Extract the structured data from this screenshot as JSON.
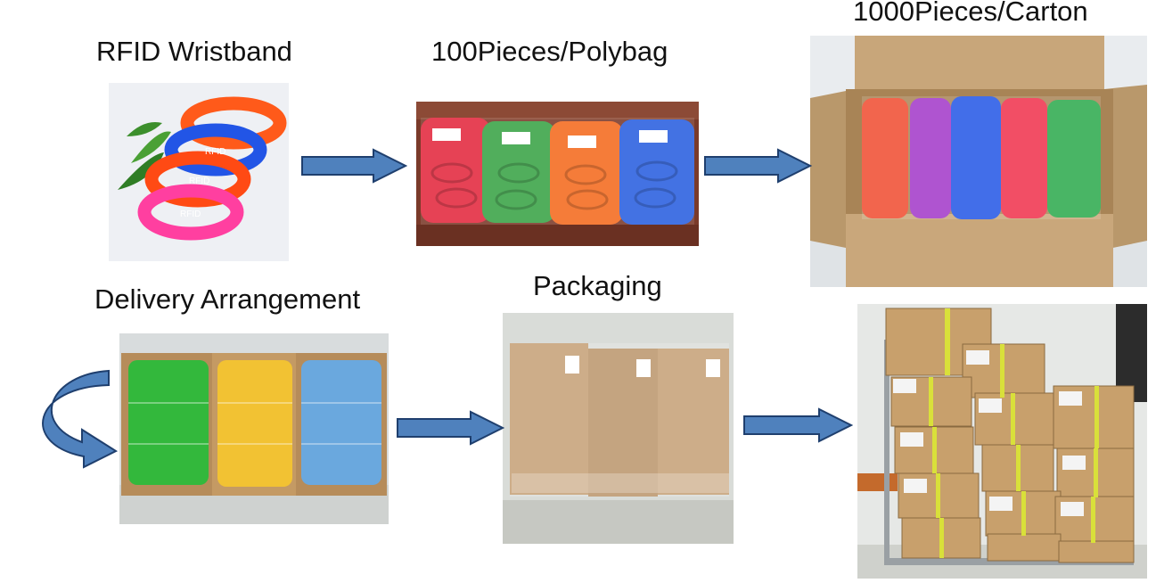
{
  "steps": {
    "wristband": {
      "label": "RFID Wristband"
    },
    "polybag": {
      "label": "100Pieces/Polybag"
    },
    "carton": {
      "label": "1000Pieces/Carton"
    },
    "delivery": {
      "label": "Delivery Arrangement"
    },
    "packaging": {
      "label": "Packaging"
    },
    "stacked": {
      "label": ""
    }
  },
  "band_print": "RFID",
  "colors": {
    "arrow_fill": "#4f81bd",
    "arrow_stroke": "#1f3f6e",
    "band_orange": "#ff5a1a",
    "band_blue": "#2255e6",
    "band_red": "#f0304a",
    "band_pink": "#ff3fa0",
    "band_green": "#2aa84a",
    "band_purple": "#a237c8",
    "band_yellow": "#f2c233",
    "band_lightblue": "#6aa8de",
    "cardboard": "#c8a67a",
    "tape_yellow": "#d9e03a"
  }
}
